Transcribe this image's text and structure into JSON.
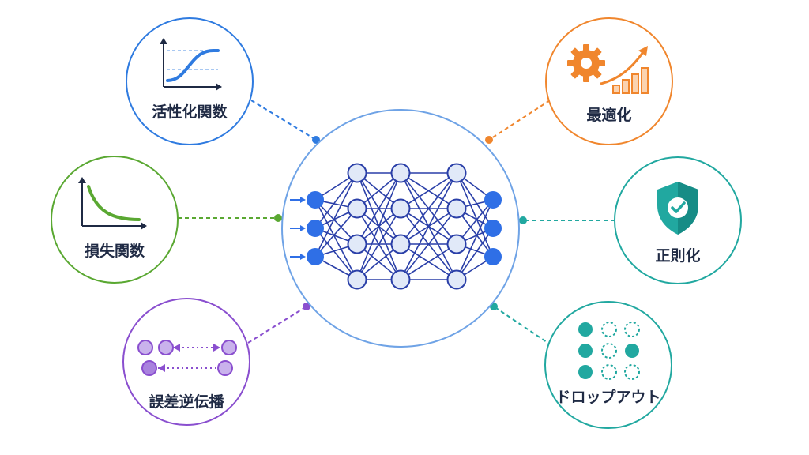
{
  "concepts": [
    {
      "label": "活性化関数",
      "color": "#2f7be0"
    },
    {
      "label": "損失関数",
      "color": "#5aa832"
    },
    {
      "label": "誤差逆伝播",
      "color": "#8a4fcf"
    },
    {
      "label": "最適化",
      "color": "#f0862d"
    },
    {
      "label": "正則化",
      "color": "#21a8a0"
    },
    {
      "label": "ドロップアウト",
      "color": "#21a8a0"
    }
  ],
  "network": {
    "layer_sizes": [
      3,
      4,
      4,
      4,
      3
    ],
    "ring_color": "#6fa3e6",
    "edge_color": "#2a3fa8",
    "input_node_color": "#2f6fe6",
    "hidden_node_fill": "#e1e9f8",
    "hidden_node_stroke": "#2a3fa8"
  },
  "dropout_grid": [
    [
      1,
      0,
      0
    ],
    [
      1,
      0,
      1
    ],
    [
      1,
      0,
      0
    ]
  ]
}
